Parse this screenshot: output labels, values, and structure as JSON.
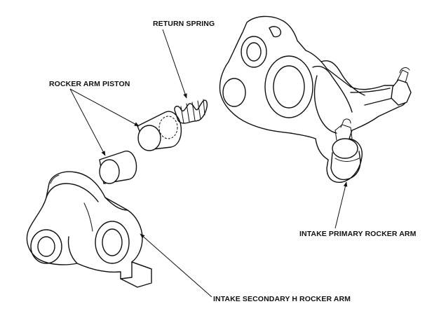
{
  "labels": {
    "return_spring": "RETURN SPRING",
    "rocker_arm_piston": "ROCKER ARM PISTON",
    "intake_primary": "INTAKE PRIMARY ROCKER ARM",
    "intake_secondary": "INTAKE SECONDARY H ROCKER ARM"
  }
}
